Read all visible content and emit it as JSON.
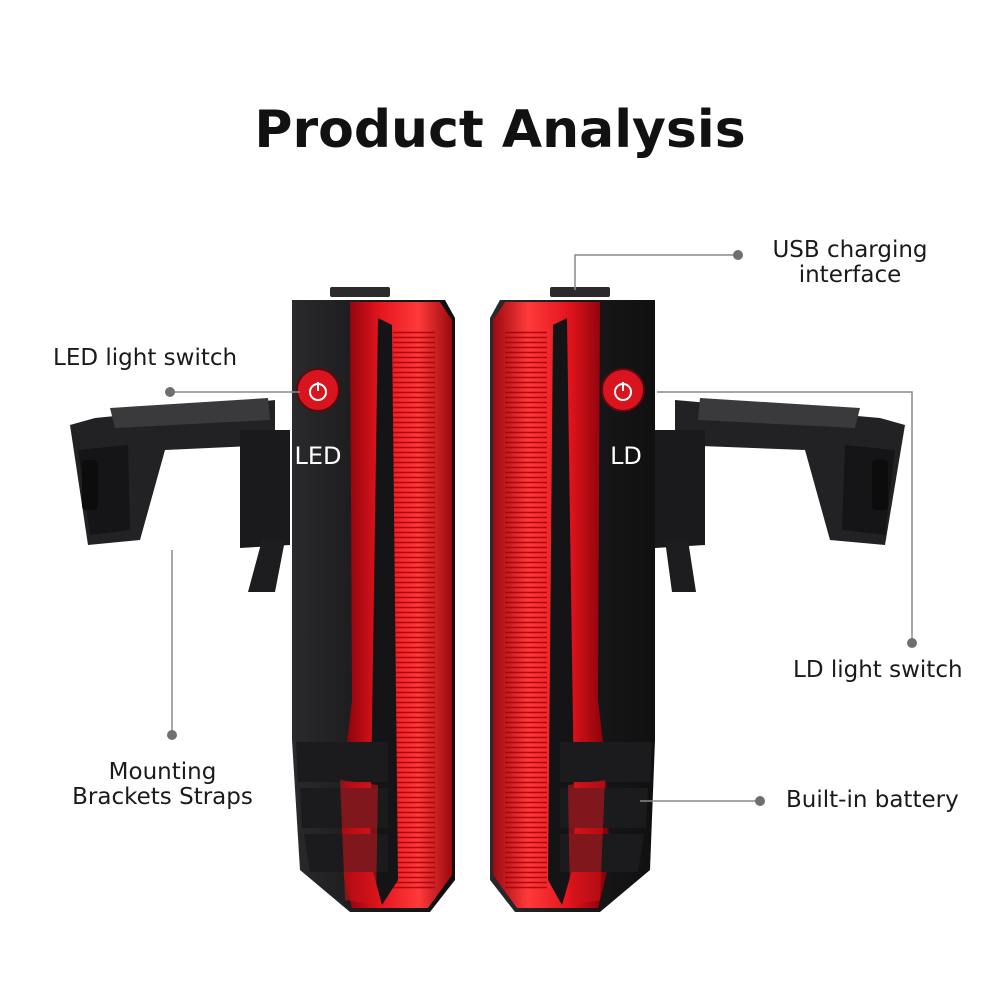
{
  "title": "Product Analysis",
  "callouts": {
    "usb": [
      "USB charging",
      "interface"
    ],
    "led_switch": "LED light switch",
    "ld_switch": "LD light switch",
    "mounting": [
      "Mounting",
      "Brackets Straps"
    ],
    "battery": "Built-in battery"
  },
  "device_labels": {
    "left": "LED",
    "right": "LD"
  },
  "colors": {
    "body": "#1e1e20",
    "lens": "#e0121b",
    "button": "#d8141e",
    "leader": "#8a8a8a"
  }
}
